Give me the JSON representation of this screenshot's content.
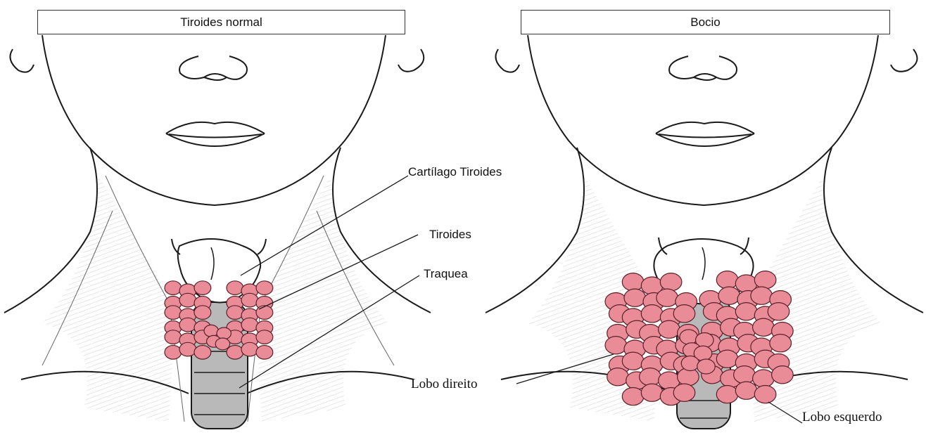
{
  "panels": {
    "left": {
      "title": "Tiroides normal"
    },
    "right": {
      "title": "Bocio"
    }
  },
  "labels": {
    "cartilage": "Cartílago Tiroides",
    "thyroid": "Tiroides",
    "trachea": "Traquea",
    "right_lobe": "Lobo direito",
    "left_lobe": "Lobo esquerdo"
  },
  "colors": {
    "gland_fill": "#e98c98",
    "gland_stroke": "#5a2028",
    "trachea_fill": "#b9b9b9",
    "cartilage_fill": "#ffffff",
    "line_art": "#1a1a1a"
  }
}
